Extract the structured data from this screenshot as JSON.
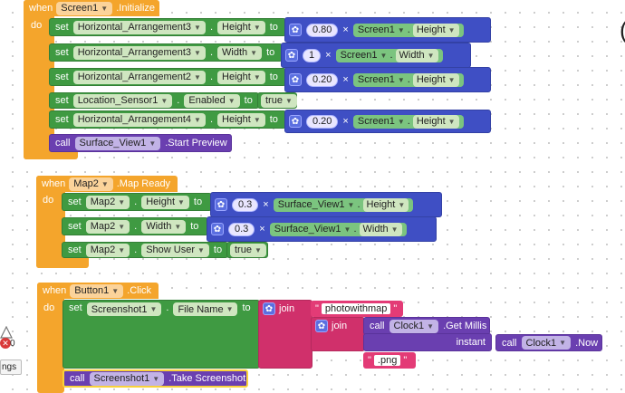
{
  "screen_init": {
    "when": "when",
    "do": "do",
    "component": "Screen1",
    "event": ".Initialize",
    "set": "set",
    "to": "to",
    "rows": [
      {
        "component": "Horizontal_Arrangement3",
        "prop": "Height",
        "num": "0.80",
        "op": "×",
        "ref_comp": "Screen1",
        "ref_prop": "Height"
      },
      {
        "component": "Horizontal_Arrangement3",
        "prop": "Width",
        "num": "1",
        "op": "×",
        "ref_comp": "Screen1",
        "ref_prop": "Width"
      },
      {
        "component": "Horizontal_Arrangement2",
        "prop": "Height",
        "num": "0.20",
        "op": "×",
        "ref_comp": "Screen1",
        "ref_prop": "Height"
      },
      {
        "component": "Location_Sensor1",
        "prop": "Enabled",
        "value": "true"
      },
      {
        "component": "Horizontal_Arrangement4",
        "prop": "Height",
        "num": "0.20",
        "op": "×",
        "ref_comp": "Screen1",
        "ref_prop": "Height"
      }
    ],
    "call": "call",
    "call_comp": "Surface_View1",
    "call_method": ".Start Preview"
  },
  "map_ready": {
    "when": "when",
    "do": "do",
    "component": "Map2",
    "event": ".Map Ready",
    "set": "set",
    "to": "to",
    "rows": [
      {
        "component": "Map2",
        "prop": "Height",
        "num": "0.3",
        "op": "×",
        "ref_comp": "Surface_View1",
        "ref_prop": "Height"
      },
      {
        "component": "Map2",
        "prop": "Width",
        "num": "0.3",
        "op": "×",
        "ref_comp": "Surface_View1",
        "ref_prop": "Width"
      },
      {
        "component": "Map2",
        "prop": "Show User",
        "value": "true"
      }
    ]
  },
  "button_click": {
    "when": "when",
    "do": "do",
    "component": "Button1",
    "event": ".Click",
    "set": "set",
    "to": "to",
    "row": {
      "component": "Screenshot1",
      "prop": "File Name"
    },
    "join": "join",
    "str1": "photowithmap",
    "call": "call",
    "clock": "Clock1",
    "get_millis": ".Get Millis",
    "instant": "instant",
    "now": ".Now",
    "str2": ".png",
    "call_comp": "Screenshot1",
    "call_method": ".Take Screenshot"
  },
  "left_edge": {
    "badge": "0",
    "label": "ngs"
  }
}
